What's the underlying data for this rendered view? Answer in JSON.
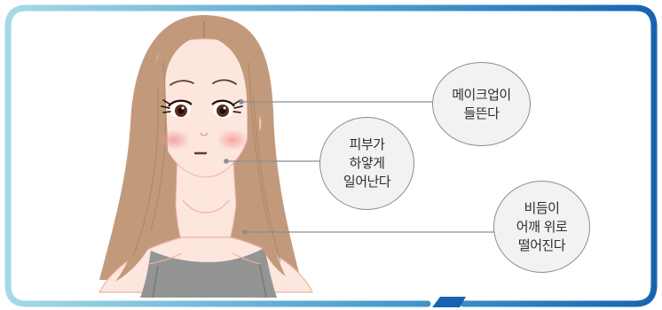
{
  "callouts": {
    "makeup": {
      "label": "메이크업이\n들뜬다"
    },
    "skin": {
      "label": "피부가\n하얗게\n일어난다"
    },
    "dandruff": {
      "label": "비듬이\n어깨 위로\n떨어진다"
    }
  },
  "colors": {
    "frame_left": "#9fd6e4",
    "frame_right": "#1b6cb5",
    "hair": "#c49a7c",
    "skin": "#fde6de",
    "top": "#939594",
    "cheek": "#f4a6a6",
    "leader": "#8a8d92"
  },
  "icons": {
    "woman": "woman-dry-skin-illustration"
  }
}
